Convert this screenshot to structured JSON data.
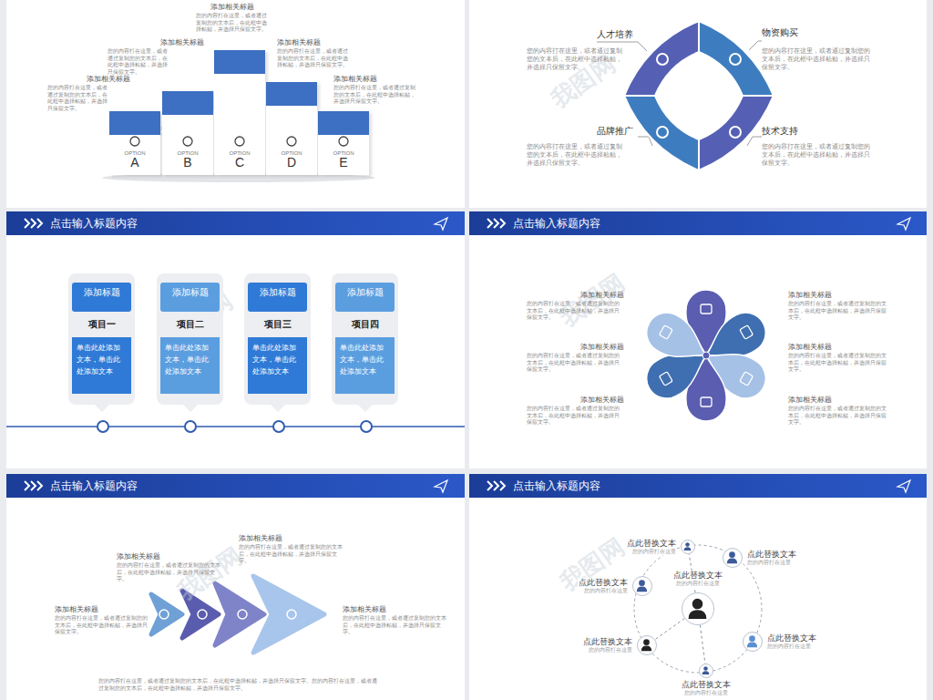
{
  "diagram": {
    "nodes": [
      {
        "text": [
          "OPTION",
          "A"
        ]
      },
      {
        "text": [
          "OPTION",
          "B"
        ]
      },
      {
        "text": [
          "OPTION",
          "C"
        ]
      },
      {
        "text": [
          "OPTION",
          "D"
        ]
      },
      {
        "text": [
          "OPTION",
          "E"
        ]
      },
      {
        "text": [
          "添加标题",
          "项目一",
          "单击此处添加文本，单击此处添加文本"
        ]
      },
      {
        "text": [
          "添加标题",
          "项目二",
          "单击此处添加文本，单击此处添加文本"
        ]
      },
      {
        "text": [
          "添加标题",
          "项目三",
          "单击此处添加文本，单击此处添加文本"
        ]
      },
      {
        "text": [
          "添加标题",
          "项目四",
          "单击此处添加文本，单击此处添加文本"
        ]
      },
      {
        "text": [
          "点此替换文本",
          "您的内容打在这里"
        ]
      },
      {
        "text": [
          "点此替换文本",
          "您的内容打在这里"
        ]
      },
      {
        "text": [
          "点此替换文本",
          "您的内容打在这里"
        ]
      },
      {
        "text": [
          "点此替换文本",
          "您的内容打在这里"
        ]
      },
      {
        "text": [
          "点此替换文本",
          "您的内容打在这里"
        ]
      },
      {
        "text": [
          "点此替换文本",
          "您的内容打在这里"
        ]
      },
      {
        "text": [
          "点此替换文本",
          "您的内容打在这里"
        ]
      }
    ],
    "edges": [
      {
        "from": 9,
        "to": 10,
        "arrow": "none"
      },
      {
        "from": 9,
        "to": 14,
        "arrow": "none"
      },
      {
        "from": 9,
        "to": 15,
        "arrow": "none"
      }
    ],
    "labels": [
      "添加相关标题",
      "您的内容打在这里，或者通过复制您的文本后，在此框中选择粘贴，并选择只保留文字。",
      "添加相关标题",
      "您的内容打在这里，或者通过复制您的文本后，在此框中选择粘贴，并选择只保留文字。",
      "添加相关标题",
      "您的内容打在这里，或者通过复制您的文本后，在此框中选择粘贴，并选择只保留文字。",
      "添加相关标题",
      "您的内容打在这里，或者通过复制您的文本后，在此框中选择粘贴，并选择只保留文字。",
      "添加相关标题",
      "您的内容打在这里，或者通过复制您的文本后，在此框中选择粘贴，并选择只保留文字。",
      "人才培养",
      "您的内容打在这里，或者通过复制您的文本后，在此框中选择粘贴，并选择只保留文字。",
      "物资购买",
      "您的内容打在这里，或者通过复制您的文本后，在此框中选择粘贴，并选择只保留文字。",
      "品牌推广",
      "您的内容打在这里，或者通过复制您的文本后，在此框中选择粘贴，并选择只保留文字。",
      "技术支持",
      "您的内容打在这里，或者通过复制您的文本后，在此框中选择粘贴，并选择只保留文字。",
      "点击输入标题内容",
      "点击输入标题内容",
      "点击输入标题内容",
      "点击输入标题内容",
      "添加相关标题",
      "您的内容打在这里，或者通过复制您的文本后，在此框中选择粘贴，并选择只保留文字。",
      "添加相关标题",
      "您的内容打在这里，或者通过复制您的文本后，在此框中选择粘贴，并选择只保留文字。",
      "添加相关标题",
      "您的内容打在这里，或者通过复制您的文本后，在此框中选择粘贴，并选择只保留文字。",
      "添加相关标题",
      "您的内容打在这里，或者通过复制您的文本后，在此框中选择粘贴，并选择只保留文字。",
      "添加相关标题",
      "您的内容打在这里，或者通过复制您的文本后，在此框中选择粘贴，并选择只保留文字。",
      "添加相关标题",
      "您的内容打在这里，或者通过复制您的文本后，在此框中选择粘贴，并选择只保留文字。",
      "添加相关标题",
      "您的内容打在这里，或者通过复制您的文本后，在此框中选择粘贴，并选择只保留文字。",
      "添加相关标题",
      "您的内容打在这里，或者通过复制您的文本后，在此框中选择粘贴，并选择只保留文字。",
      "添加相关标题",
      "您的内容打在这里，或者通过复制您的文本后，在此框中选择粘贴，并选择只保留文字。",
      "添加相关标题",
      "您的内容打在这里，或者通过复制您的文本后，在此框中选择粘贴，并选择只保留文字。",
      "您的内容打在这里，或者通过复制您的文本后，在此框中选择粘贴，并选择只保留文字。您的内容打在这里，或者通过复制您的文本后，在此框中选择粘贴，并选择只保留文字。",
      "我图网",
      "我图网",
      "我图网",
      "我图网",
      "我图网",
      "我图网"
    ]
  }
}
